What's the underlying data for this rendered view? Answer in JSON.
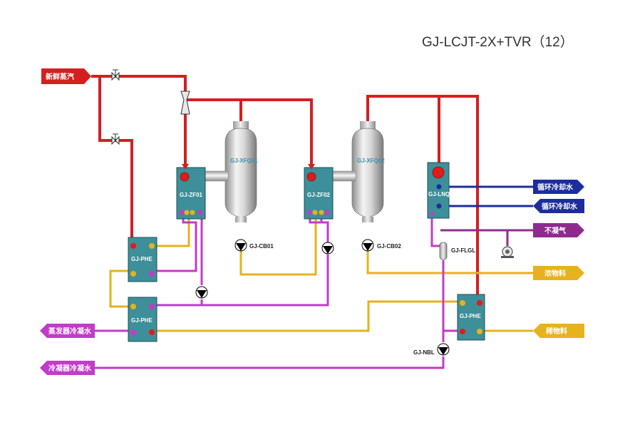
{
  "title": "GJ-LCJT-2X+TVR（12）",
  "colors": {
    "steam": "#d41f1f",
    "product": "#e6b21e",
    "condensate": "#c23bc9",
    "cooling_water": "#1d2d9c",
    "noncondensable": "#8e2b8e",
    "equipment": "#3d8f99"
  },
  "streams": {
    "fresh_steam": "新鲜蒸汽",
    "cooling_water_supply": "循环冷却水",
    "cooling_water_return": "循环冷却水",
    "noncondensable_gas": "不凝气",
    "concentrate": "浓物料",
    "dilute_feed": "稀物料",
    "evaporator_condensate": "蒸发器冷凝水",
    "condenser_condensate": "冷凝器冷凝水"
  },
  "equipment": {
    "zf01": "GJ-ZF01",
    "zf02": "GJ-ZF02",
    "xfq01": "GJ-XFQ01",
    "xfq02": "GJ-XFQ02",
    "lnq": "GJ-LNQ",
    "phe_top": "GJ-PHE",
    "phe_bottom": "GJ-PHE",
    "phe_right": "GJ-PHE",
    "cb01": "GJ-CB01",
    "cb02": "GJ-CB02",
    "flgl": "GJ-FLGL",
    "nbl": "GJ-NBL"
  }
}
